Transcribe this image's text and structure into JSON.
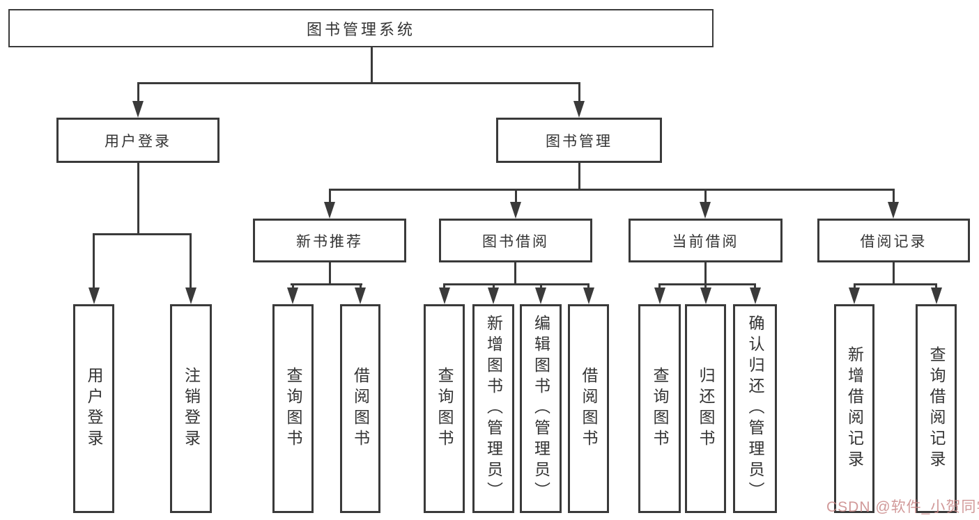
{
  "diagram": {
    "nodes": {
      "root": "图书管理系统",
      "level2": {
        "user_login": "用户登录",
        "book_management": "图书管理"
      },
      "level3": {
        "new_book_recommend": "新书推荐",
        "book_borrowing": "图书借阅",
        "current_borrowing": "当前借阅",
        "borrowing_records": "借阅记录"
      },
      "leaves": {
        "user_login": [
          "用户登录",
          "注销登录"
        ],
        "new_book_recommend": [
          "查询图书",
          "借阅图书"
        ],
        "book_borrowing": [
          "查询图书",
          "新增图书（管理员）",
          "编辑图书（管理员）",
          "借阅图书"
        ],
        "current_borrowing": [
          "查询图书",
          "归还图书",
          "确认归还（管理员）"
        ],
        "borrowing_records": [
          "新增借阅记录",
          "查询借阅记录"
        ]
      }
    },
    "colors": {
      "line": "#3a3a3a",
      "text": "#333333",
      "background": "#ffffff",
      "watermark": "#c98787"
    },
    "watermark": "CSDN @软件_小贺同学"
  }
}
